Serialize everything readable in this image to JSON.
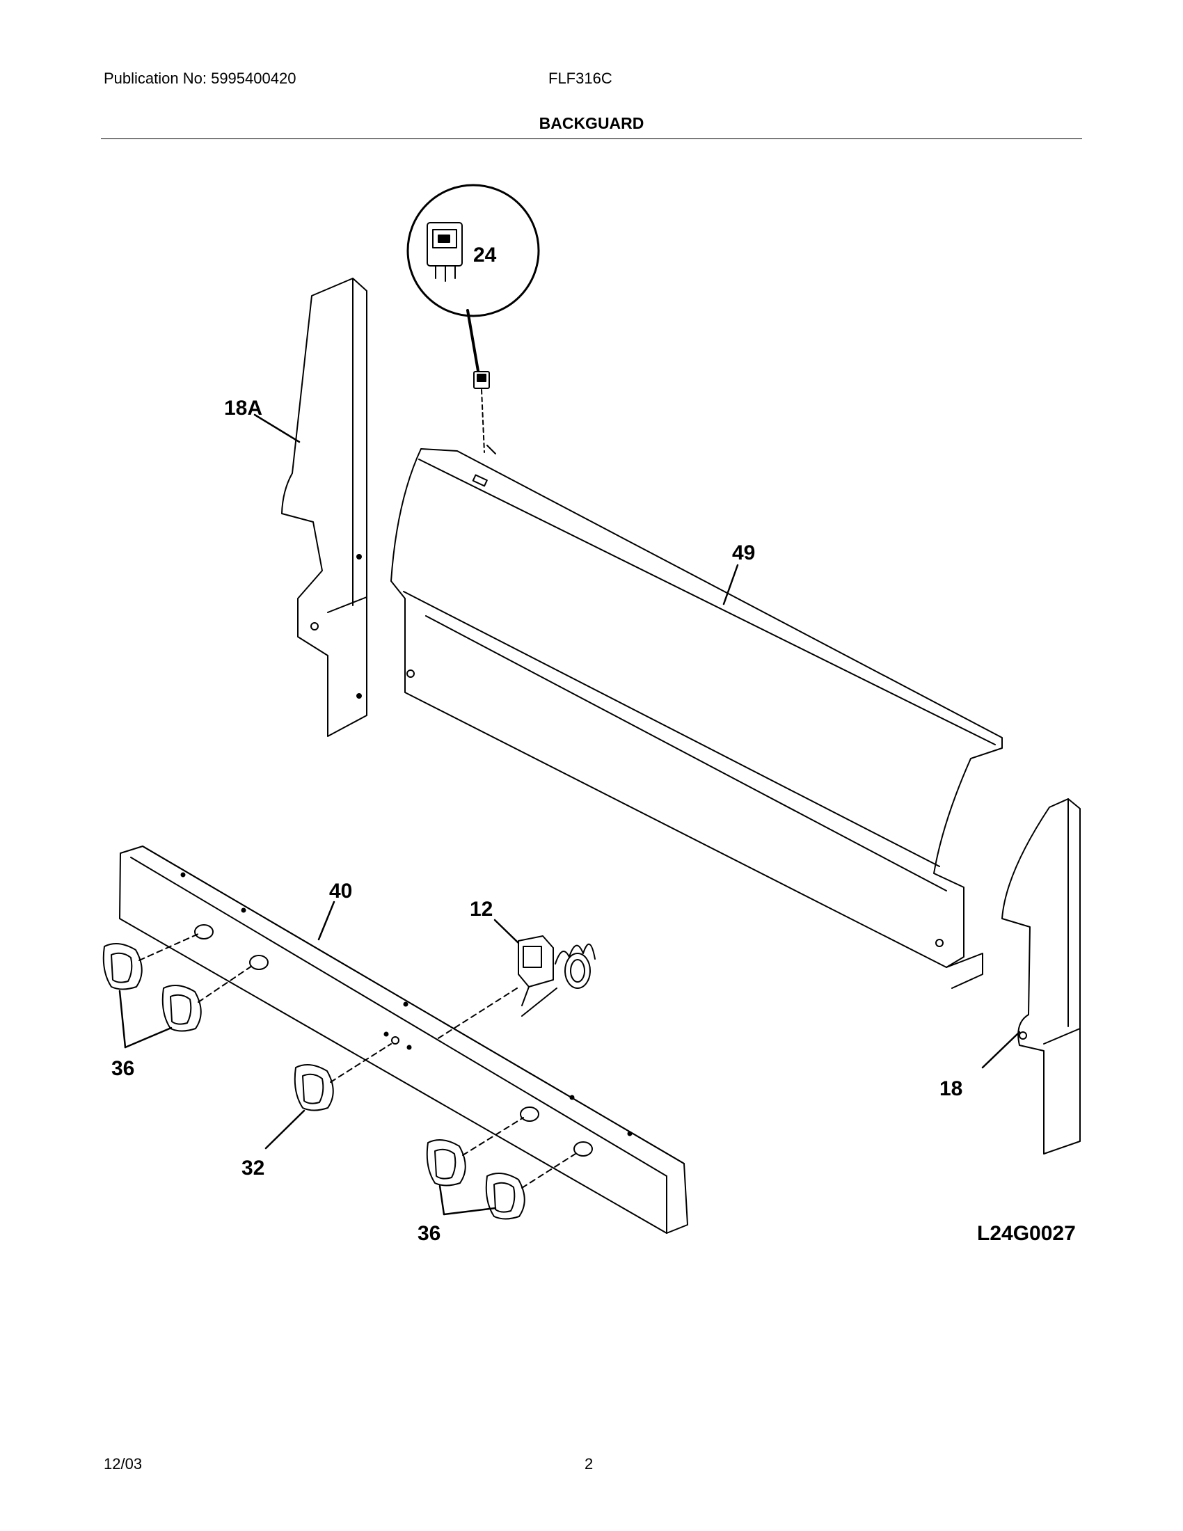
{
  "header": {
    "publication": "Publication No: 5995400420",
    "model": "FLF316C",
    "section_title": "BACKGUARD"
  },
  "diagram": {
    "callouts": [
      "24",
      "18A",
      "49",
      "40",
      "12",
      "36",
      "32",
      "36",
      "18"
    ],
    "drawing_code": "L24G0027"
  },
  "footer": {
    "date": "12/03",
    "page": "2"
  }
}
